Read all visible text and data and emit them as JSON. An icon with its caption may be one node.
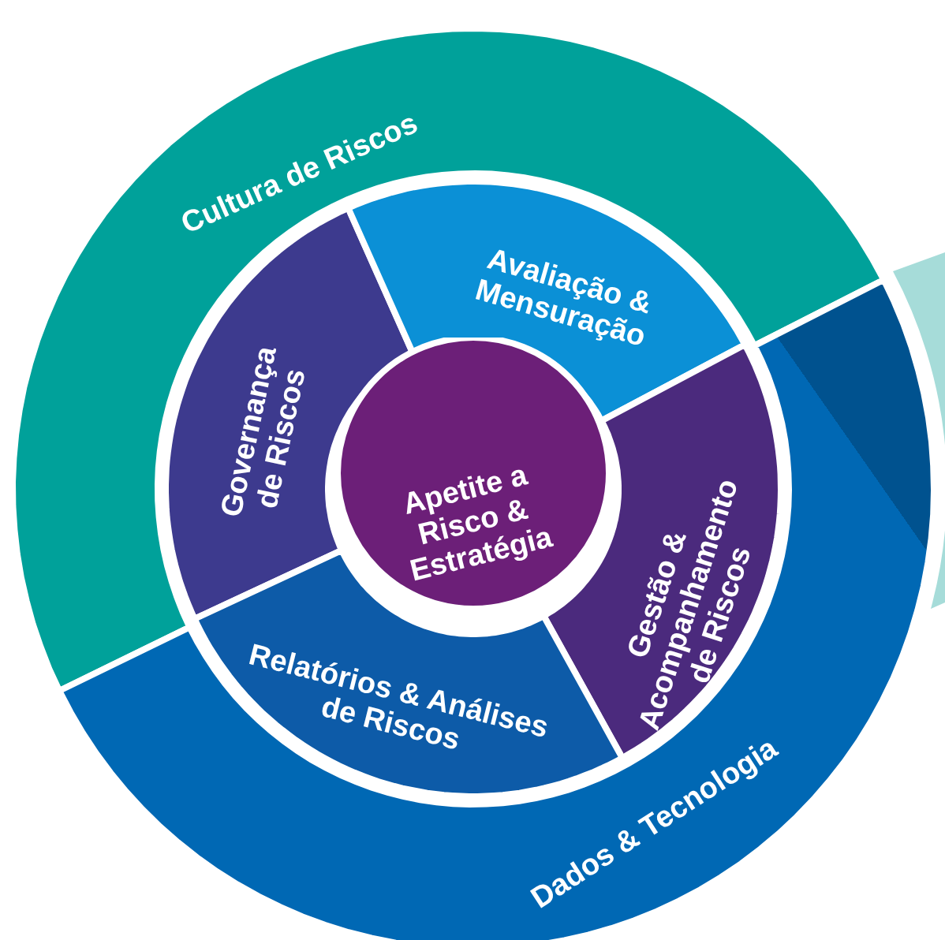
{
  "diagram": {
    "nodes": [
      {
        "text": [
          "Cultura de Riscos"
        ]
      },
      {
        "text": [
          "Dados & Tecnologia"
        ]
      },
      {
        "text": [
          "Governança de Riscos"
        ]
      },
      {
        "text": [
          "Avaliação & Mensuração"
        ]
      },
      {
        "text": [
          "Gestão & Acompanhamento de Riscos"
        ]
      },
      {
        "text": [
          "Relatórios & Análises de Riscos"
        ]
      },
      {
        "text": [
          "Apetite a Risco & Estratégia"
        ]
      }
    ],
    "edges": []
  }
}
